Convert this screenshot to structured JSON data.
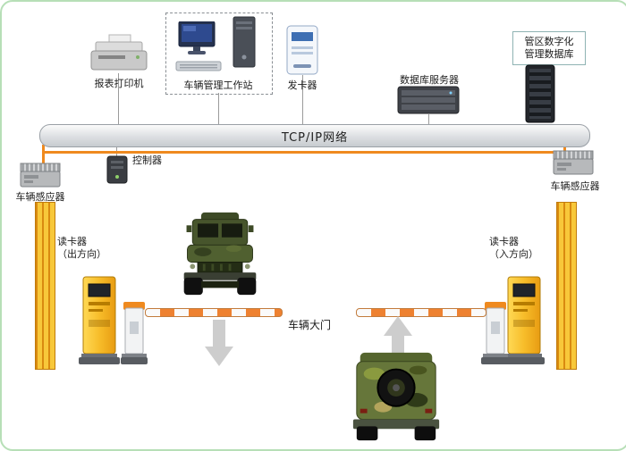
{
  "network": {
    "label": "TCP/IP网络"
  },
  "devices": {
    "printer": {
      "label": "报表打印机"
    },
    "workstation": {
      "label": "车辆管理工作站"
    },
    "card_issuer": {
      "label": "发卡器"
    },
    "db_server": {
      "label": "数据库服务器"
    },
    "district_db": {
      "line1": "管区数字化",
      "line2": "管理数据库"
    },
    "controller": {
      "label": "控制器"
    },
    "sensor_left": {
      "label": "车辆感应器"
    },
    "sensor_right": {
      "label": "车辆感应器"
    },
    "reader_exit": {
      "line1": "读卡器",
      "line2": "（出方向）"
    },
    "reader_entry": {
      "line1": "读卡器",
      "line2": "（入方向）"
    },
    "gate": {
      "label": "车辆大门"
    }
  },
  "colors": {
    "accent_orange": "#ef8a1f",
    "wall_yellow": "#f8c83a",
    "frame_green": "#b7dfb7",
    "arrow_gray": "#cdcdcd"
  }
}
